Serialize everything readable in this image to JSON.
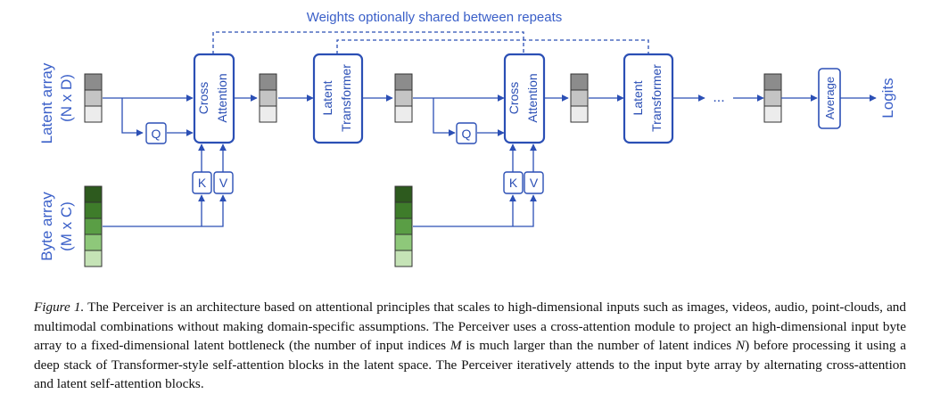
{
  "figure": {
    "top_label": "Weights optionally shared between repeats",
    "latent_array_label": "Latent array",
    "latent_array_dims": "(N x D)",
    "byte_array_label": "Byte array",
    "byte_array_dims": "(M x C)",
    "cross_attention_label_1": "Cross",
    "cross_attention_label_2": "Attention",
    "latent_transformer_label_1": "Latent",
    "latent_transformer_label_2": "Transformer",
    "query_label": "Q",
    "key_label": "K",
    "value_label": "V",
    "average_label": "Average",
    "logits_label": "Logits",
    "ellipsis": "...",
    "colors": {
      "accent": "#2b4fb5",
      "label_blue": "#3a5fc8",
      "latent_dark": "#8c8c8c",
      "latent_mid": "#c4c4c4",
      "latent_light": "#ececec",
      "byte_1": "#2d5a1e",
      "byte_2": "#3e7c2a",
      "byte_3": "#5a9e45",
      "byte_4": "#8ec87a",
      "byte_5": "#c5e3b6"
    }
  },
  "caption": {
    "fig_label": "Figure 1.",
    "part1": " The Perceiver is an architecture based on attentional principles that scales to high-dimensional inputs such as images, videos, audio, point-clouds, and multimodal combinations without making domain-specific assumptions. The Perceiver uses a cross-attention module to project an high-dimensional input byte array to a fixed-dimensional latent bottleneck (the number of input indices ",
    "var_m": "M",
    "part2": " is much larger than the number of latent indices ",
    "var_n": "N",
    "part3": ") before processing it using a deep stack of Transformer-style self-attention blocks in the latent space. The Perceiver iteratively attends to the input byte array by alternating cross-attention and latent self-attention blocks."
  }
}
